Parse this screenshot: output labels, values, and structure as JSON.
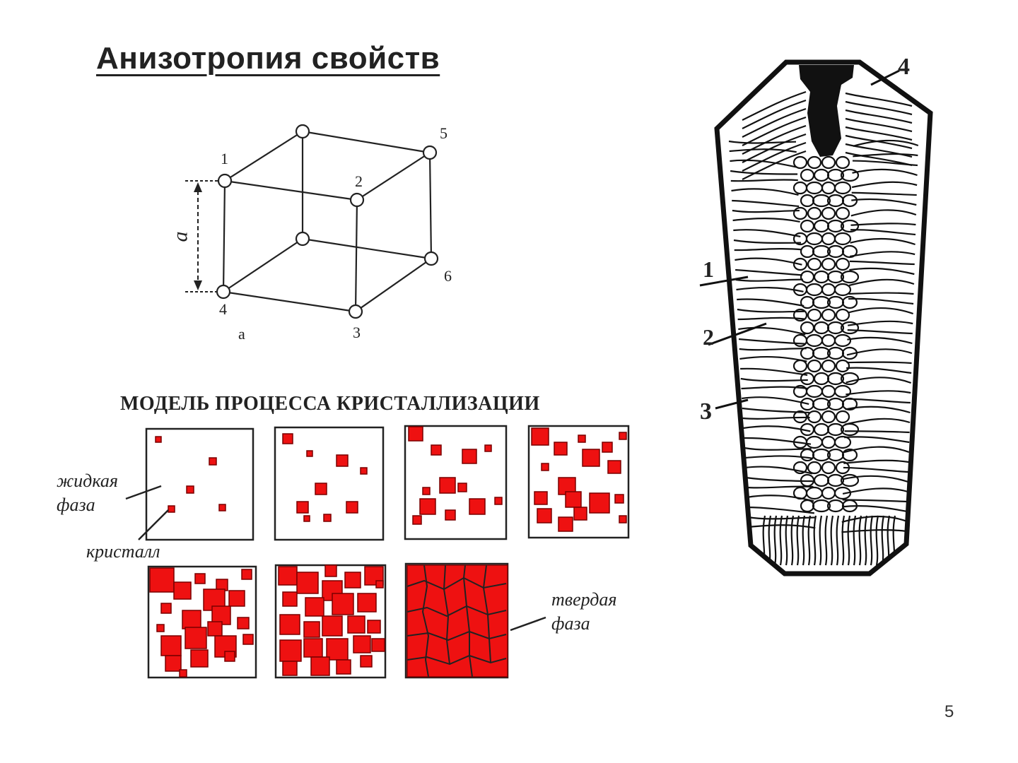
{
  "title": "Анизотропия свойств",
  "cube": {
    "vertex_labels": [
      "1",
      "2",
      "3",
      "4",
      "5",
      "6"
    ],
    "dimension_label": "a",
    "caption": "а"
  },
  "model": {
    "title": "МОДЕЛЬ ПРОЦЕССА КРИСТАЛЛИЗАЦИИ",
    "liquid_label": [
      "жидкая",
      "фаза"
    ],
    "crystal_label": "кристалл",
    "solid_label": [
      "твердая",
      "фаза"
    ],
    "stages": 7,
    "crystal_color": "#ee1111"
  },
  "ingot": {
    "zone_labels": [
      "1",
      "2",
      "3",
      "4"
    ]
  },
  "page_number": "5"
}
